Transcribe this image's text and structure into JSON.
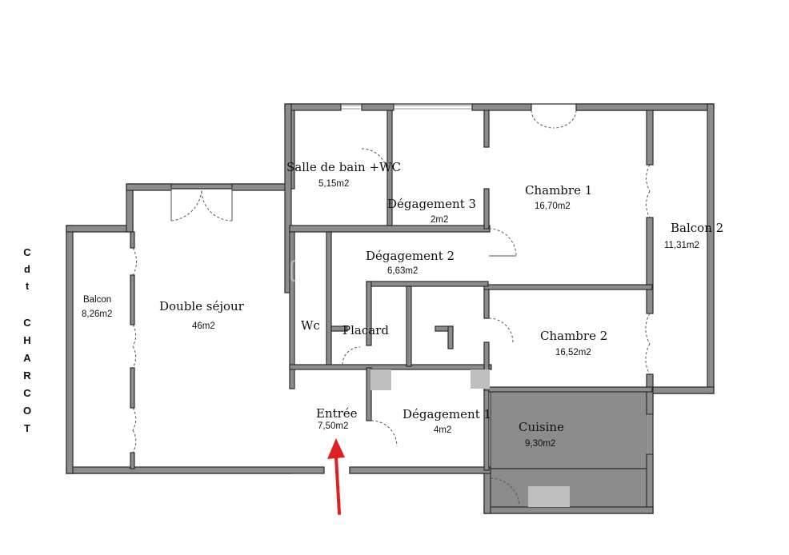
{
  "rooms": {
    "double_sejour": {
      "name": "Double séjour",
      "area": "46m2"
    },
    "balcon": {
      "name": "Balcon",
      "area": "8,26m2"
    },
    "salle_de_bain": {
      "name": "Salle de bain +WC",
      "area": "5,15m2"
    },
    "degagement_3": {
      "name": "Dégagement 3",
      "area": "2m2"
    },
    "chambre_1": {
      "name": "Chambre 1",
      "area": "16,70m2"
    },
    "balcon_2": {
      "name": "Balcon 2",
      "area": "11,31m2"
    },
    "degagement_2": {
      "name": "Dégagement 2",
      "area": "6,63m2"
    },
    "wc": {
      "name": "Wc"
    },
    "placard": {
      "name": "Placard"
    },
    "chambre_2": {
      "name": "Chambre 2",
      "area": "16,52m2"
    },
    "entree": {
      "name": "Entrée",
      "area": "7,50m2"
    },
    "degagement_1": {
      "name": "Dégagement 1",
      "area": "4m2"
    },
    "cuisine": {
      "name": "Cuisine",
      "area": "9,30m2"
    }
  },
  "street": {
    "letters": [
      "C",
      "d",
      "t",
      "C",
      "H",
      "A",
      "R",
      "C",
      "O",
      "T"
    ]
  },
  "entrance_arrow": {
    "color": "#e02020"
  },
  "colors": {
    "walls": "#8c8c8c",
    "blocks": "#bfbfbf"
  }
}
